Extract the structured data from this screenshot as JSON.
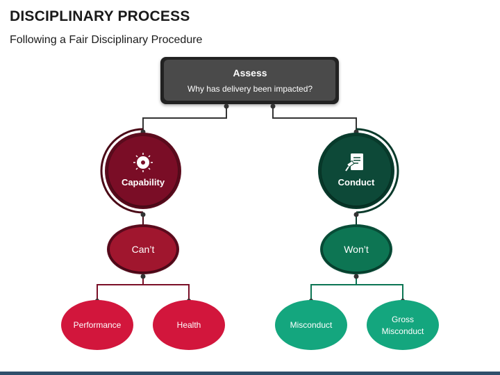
{
  "header": {
    "title": "DISCIPLINARY PROCESS",
    "subtitle": "Following a Fair Disciplinary Procedure"
  },
  "top_node": {
    "title": "Assess",
    "question": "Why has delivery been impacted?"
  },
  "left_branch": {
    "label": "Capability",
    "icon": "brain-gear-icon",
    "sub_label": "Can’t",
    "leaves": [
      "Performance",
      "Health"
    ]
  },
  "right_branch": {
    "label": "Conduct",
    "icon": "gavel-document-icon",
    "sub_label": "Won’t",
    "leaves": [
      "Misconduct",
      "Gross",
      "Misconduct"
    ]
  },
  "colors": {
    "assess_box": "#4a4a4a",
    "capability": "#6d0e22",
    "cant": "#a0122f",
    "leaf_red": "#d2163c",
    "conduct": "#0d4a37",
    "wont": "#0b7553",
    "leaf_green": "#14a67e",
    "bottom_bar": "#2f4f6b"
  }
}
